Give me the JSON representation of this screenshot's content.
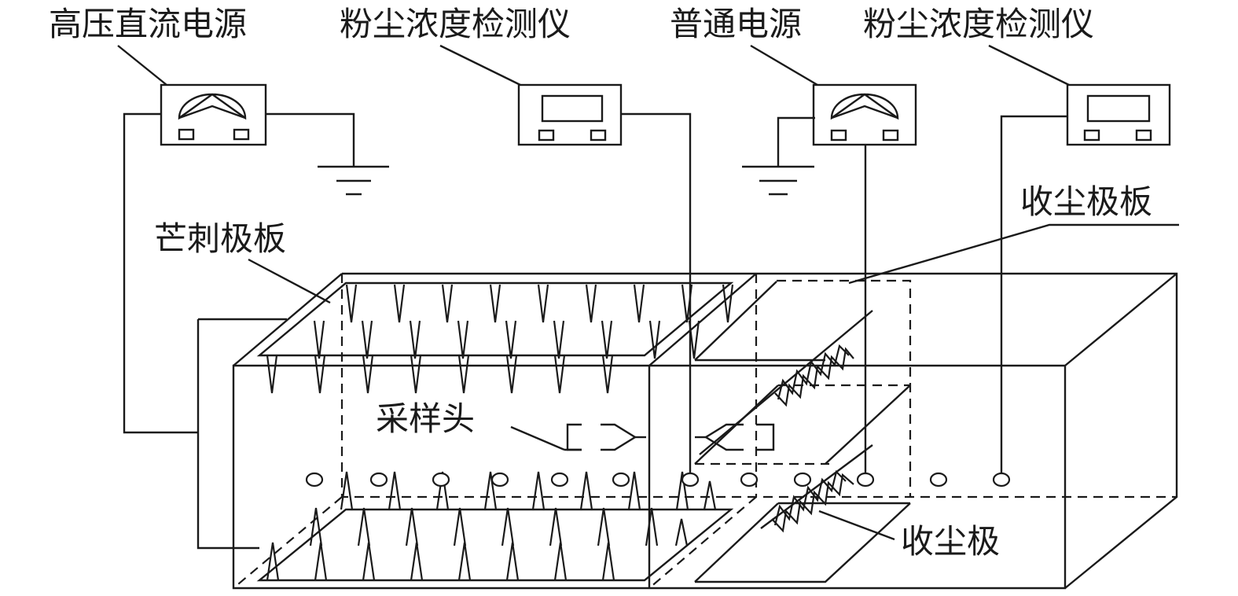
{
  "labels": {
    "hv_dc_power": "高压直流电源",
    "dust_meter_1": "粉尘浓度检测仪",
    "normal_power": "普通电源",
    "dust_meter_2": "粉尘浓度检测仪",
    "collector_plate": "收尘极板",
    "spike_plate": "芒刺极板",
    "sampling_head": "采样头",
    "collector_electrode": "收尘极"
  }
}
